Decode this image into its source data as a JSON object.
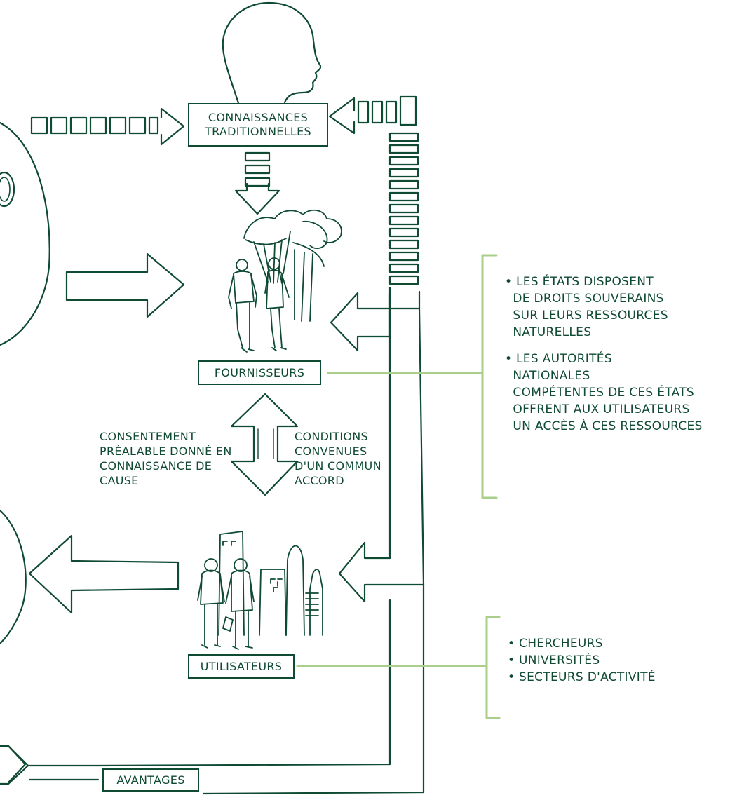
{
  "colors": {
    "ink": "#0f4a33",
    "accent": "#a9cf8a"
  },
  "nodes": {
    "traditional_knowledge": "CONNAISSANCES\nTRADITIONNELLES",
    "providers": "FOURNISSEURS",
    "users": "UTILISATEURS",
    "benefits": "AVANTAGES"
  },
  "flows": {
    "pic": "CONSENTEMENT\nPRÉALABLE DONNÉ EN\nCONNAISSANCE DE\nCAUSE",
    "mat": "CONDITIONS\nCONVENUES\nD'UN COMMUN\nACCORD"
  },
  "provider_notes": [
    "• LES ÉTATS DISPOSENT\n  DE DROITS SOUVERAINS\n  SUR LEURS RESSOURCES\n  NATURELLES",
    "• LES AUTORITÉS\n  NATIONALES\n  COMPÉTENTES DE CES ÉTATS\n  OFFRENT AUX UTILISATEURS\n  UN ACCÈS À CES RESSOURCES"
  ],
  "user_notes": [
    "• CHERCHEURS",
    "• UNIVERSITÉS",
    "• SECTEURS D'ACTIVITÉ"
  ],
  "icons": [
    "head-silhouette-icon",
    "trees-icon",
    "walking-people-icon",
    "city-buildings-icon",
    "researchers-icon"
  ]
}
